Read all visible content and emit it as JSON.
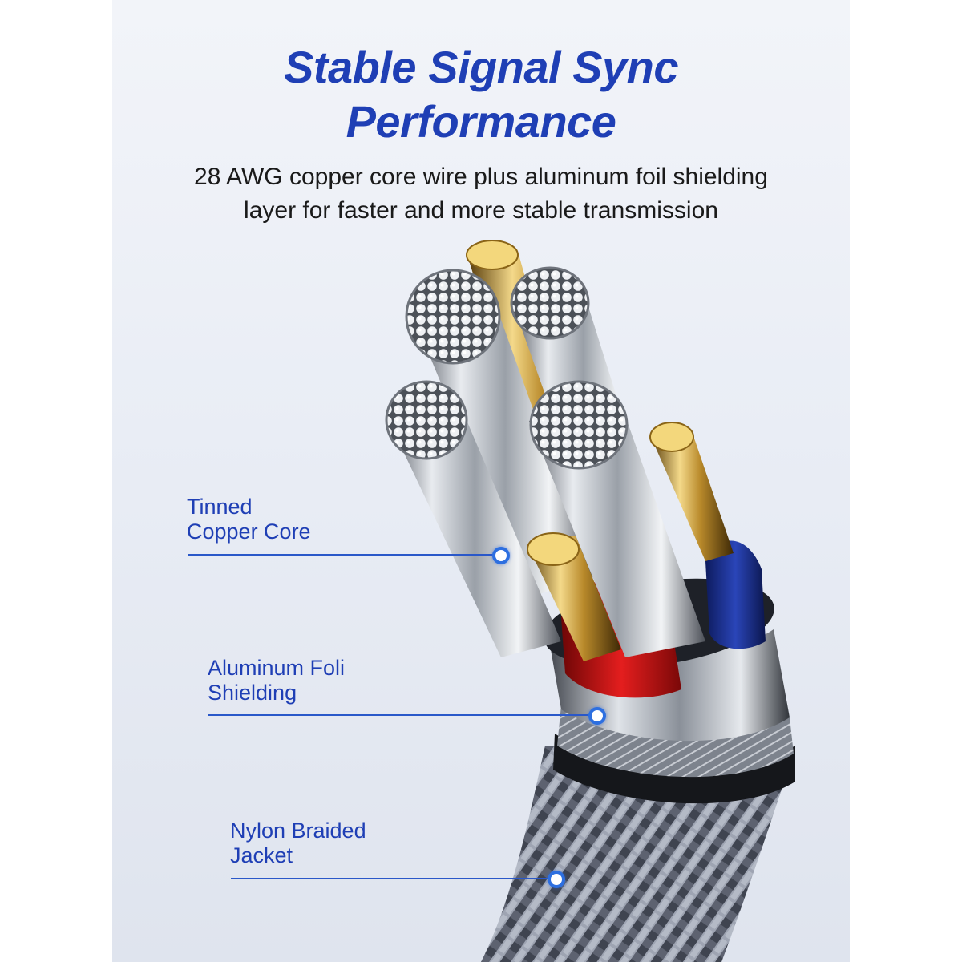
{
  "header": {
    "title_line1": "Stable Signal Sync",
    "title_line2": "Performance",
    "subtitle_line1": "28 AWG copper core wire plus aluminum foil shielding",
    "subtitle_line2": "layer for faster and more stable transmission"
  },
  "callouts": [
    {
      "line1": "Tinned",
      "line2": "Copper Core"
    },
    {
      "line1": "Aluminum Foli",
      "line2": "Shielding"
    },
    {
      "line1": "Nylon Braided",
      "line2": "Jacket"
    }
  ],
  "colors": {
    "accent": "#1f3fb5",
    "callout_line": "#2a58c9",
    "copper_gold": "#c9a43a",
    "insulation_red": "#d01818",
    "insulation_blue": "#1b2f8a"
  }
}
